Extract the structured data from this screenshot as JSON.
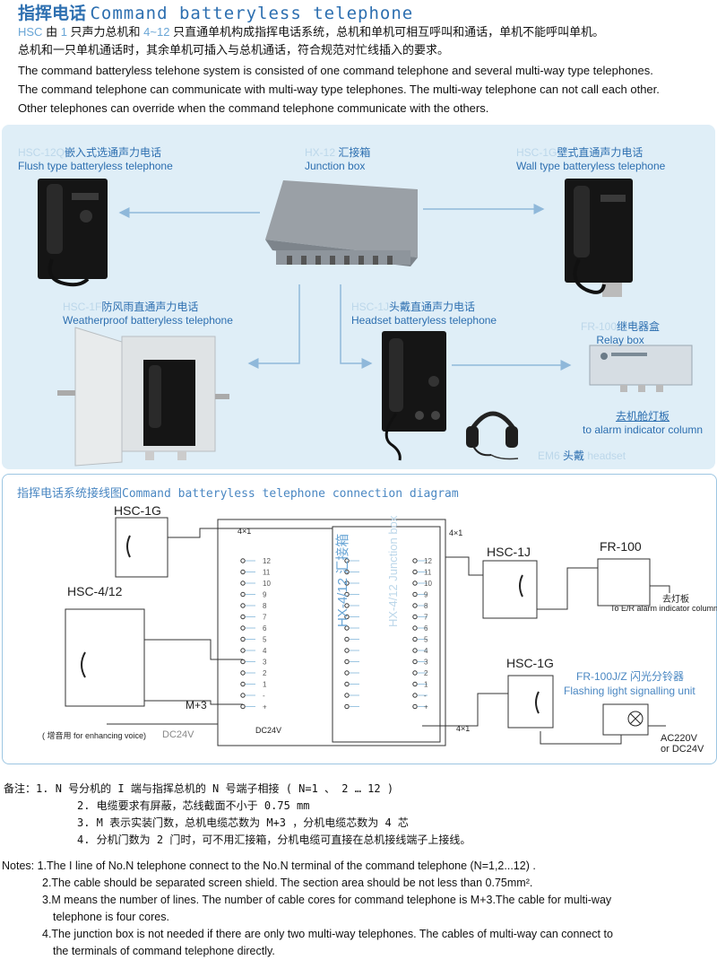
{
  "header": {
    "title_cn": "指挥电话",
    "title_en": "Command batteryless telephone"
  },
  "intro": {
    "line1_hsc": "HSC",
    "line1_a": " 由 ",
    "line1_num1": "1",
    "line1_b": " 只声力总机和 ",
    "line1_num2": "4~12",
    "line1_c": " 只直通单机构成指挥电话系统，总机和单机可相互呼叫和通话，单机不能呼叫单机。",
    "line2": "总机和一只单机通话时，其余单机可插入与总机通话，符合规范对忙线插入的要求。",
    "line3": "The command batteryless telehone system is consisted of one command telephone and several multi-way type telephones.",
    "line4": "The command telephone can communicate with multi-way type telephones. The multi-way telephone can not call each other.",
    "line5": "Other telephones can override when the command telephone communicate with the others."
  },
  "devices": {
    "flush": {
      "model": "HSC-12Q",
      "cn": "嵌入式选通声力电话",
      "en": "Flush type batteryless telephone"
    },
    "junction": {
      "model": "HX-12",
      "cn": " 汇接箱",
      "en": "Junction box"
    },
    "wall": {
      "model": "HSC-1G",
      "cn": "壁式直通声力电话",
      "en": "Wall type batteryless telephone"
    },
    "weatherproof": {
      "model": "HSC-1F",
      "cn": "防风雨直通声力电话",
      "en": "Weatherproof batteryless telephone"
    },
    "headset_phone": {
      "model": "HSC-1J",
      "cn": "头戴直通声力电话",
      "en": "Headset batteryless telephone"
    },
    "relay": {
      "model": "FR-100",
      "cn": "继电器盒",
      "en": "Relay box"
    },
    "alarm": {
      "cn": "去机舱灯板",
      "en": "to alarm indicator column"
    },
    "headset": {
      "model": "EM6",
      "cn": " 头戴 ",
      "en": "headset"
    }
  },
  "diagram": {
    "title_cn": "指挥电话系统接线图",
    "title_en": "Command batteryless telephone connection diagram",
    "hsc1g_top": "HSC-1G",
    "hsc412": "HSC-4/12",
    "hsc1j": "HSC-1J",
    "fr100": "FR-100",
    "hsc1g_bottom": "HSC-1G",
    "flash_model": "FR-100J/Z 闪光分铃器",
    "flash_en": "Flashing light signalling unit",
    "to_lamp_cn": "去灯板",
    "to_lamp_en": "To E/R alarm indicator column",
    "cable_4x1_a": "4×1",
    "cable_4x1_b": "4×1",
    "cable_4x1_c": "4×1",
    "m3": "M+3",
    "enhance": "( 增音用 for enhancing voice)",
    "dc24v_a": "DC24V",
    "dc24v_b": "DC24V",
    "box_cn": "HX-4/12 汇接箱",
    "box_en": "HX-4/12 Junction box",
    "ac_line1": "AC220V",
    "ac_line2": "or DC24V",
    "terminals": [
      "12",
      "11",
      "10",
      "9",
      "8",
      "7",
      "6",
      "5",
      "4",
      "3",
      "2",
      "1",
      "-",
      "+"
    ]
  },
  "notes_cn": {
    "prefix": "备注：",
    "n1": "1. N 号分机的 I 端与指挥总机的 N 号端子相接 ( N=1 、 2 … 12 )",
    "n2": "2. 电缆要求有屏蔽，芯线截面不小于 0.75 mm",
    "n3": "3. M 表示实装门数，总机电缆芯数为 M+3 ，分机电缆芯数为 4 芯",
    "n4": "4. 分机门数为 2 门时，可不用汇接箱，分机电缆可直接在总机接线端子上接线。"
  },
  "notes_en": {
    "n1": "Notes: 1.The I line of No.N telephone connect to the No.N terminal of the command telephone (N=1,2...12) .",
    "n2": "2.The cable should be separated screen shield. The section area should be not less than 0.75mm².",
    "n3a": "3.M means the number of lines. The number of cable cores for command telephone is M+3.The cable for multi-way",
    "n3b": "telephone is four cores.",
    "n4a": "4.The junction box is not needed if there are only two multi-way telephones. The cables of multi-way can connect to",
    "n4b": "the terminals of command telephone directly."
  },
  "colors": {
    "accent": "#2d6fb0",
    "light_model": "#bcd7ea",
    "panel_bg": "#dfeef7",
    "box_border": "#9dc6e2"
  }
}
